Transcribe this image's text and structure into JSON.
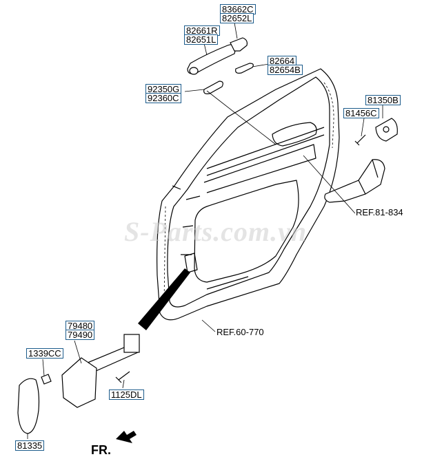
{
  "watermark": "S-Parts.com.vn",
  "direction_label": "FR.",
  "parts": {
    "p83662C": "83662C",
    "p82652L": "82652L",
    "p82661R": "82661R",
    "p82651L": "82651L",
    "p82664": "82664",
    "p82654B": "82654B",
    "p92350G": "92350G",
    "p92360C": "92360C",
    "p81350B": "81350B",
    "p81456C": "81456C",
    "p79480": "79480",
    "p79490": "79490",
    "p1339CC": "1339CC",
    "p1125DL": "1125DL",
    "p81335": "81335"
  },
  "refs": {
    "r81834": "REF.81-834",
    "r60770": "REF.60-770"
  }
}
